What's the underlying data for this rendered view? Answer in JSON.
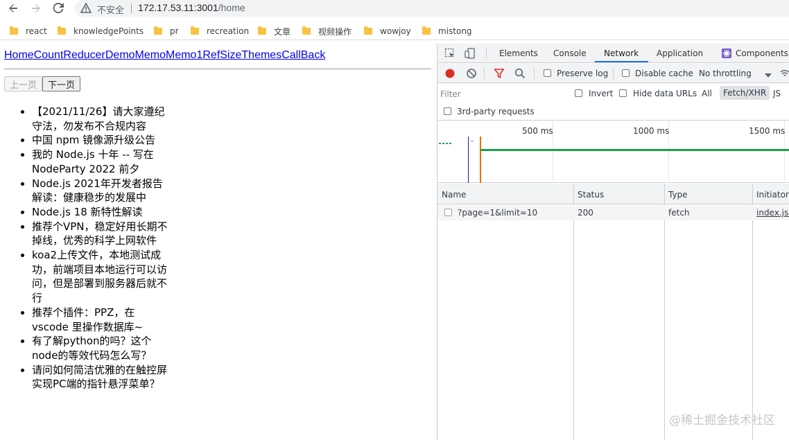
{
  "browser": {
    "security_label": "不安全",
    "url_host": "172.17.53.11:3001",
    "url_path": "/home",
    "bookmarks": [
      "react",
      "knowledgePoints",
      "pr",
      "recreation",
      "文章",
      "视频操作",
      "wowjoy",
      "mistong"
    ]
  },
  "page": {
    "nav_links": [
      "Home",
      "Count",
      "ReducerDemo",
      "Memo",
      "Memo1",
      "RefSize",
      "Themes",
      "CallBack"
    ],
    "prev_label": "上一页",
    "next_label": "下一页",
    "items": [
      "【2021/11/26】请大家遵纪守法，勿发布不合规内容",
      "中国 npm 镜像源升级公告",
      "我的 Node.js 十年 -- 写在 NodeParty 2022 前夕",
      "Node.js 2021年开发者报告解读：健康稳步的发展中",
      "Node.js 18 新特性解读",
      "推荐个VPN，稳定好用长期不掉线，优秀的科学上网软件",
      "koa2上传文件，本地测试成功，前端项目本地运行可以访问，但是部署到服务器后就不行",
      "推荐个插件：PPZ，在vscode 里操作数据库~",
      "有了解python的吗？这个node的等效代码怎么写？",
      "请问如何简洁优雅的在触控屏实现PC端的指针悬浮菜单？"
    ]
  },
  "devtools": {
    "tabs": [
      "Elements",
      "Console",
      "Network",
      "Application",
      "Components"
    ],
    "active_tab": "Network",
    "preserve_log": "Preserve log",
    "disable_cache": "Disable cache",
    "throttling": "No throttling",
    "filter_placeholder": "Filter",
    "invert": "Invert",
    "hide_data_urls": "Hide data URLs",
    "type_filters": [
      "All",
      "Fetch/XHR",
      "JS"
    ],
    "third_party": "3rd-party requests",
    "timeline_labels": [
      "500 ms",
      "1000 ms",
      "1500 ms"
    ],
    "columns": [
      "Name",
      "Status",
      "Type",
      "Initiator"
    ],
    "requests": [
      {
        "name": "?page=1&limit=10",
        "status": "200",
        "type": "fetch",
        "initiator": "index.js:"
      }
    ]
  },
  "watermark": "@稀土掘金技术社区",
  "colors": {
    "link": "#0000ee",
    "accent": "#1a73e8",
    "record": "#d93025",
    "filter_active": "#d93025",
    "timeline_bar": "#1e9e4a"
  }
}
